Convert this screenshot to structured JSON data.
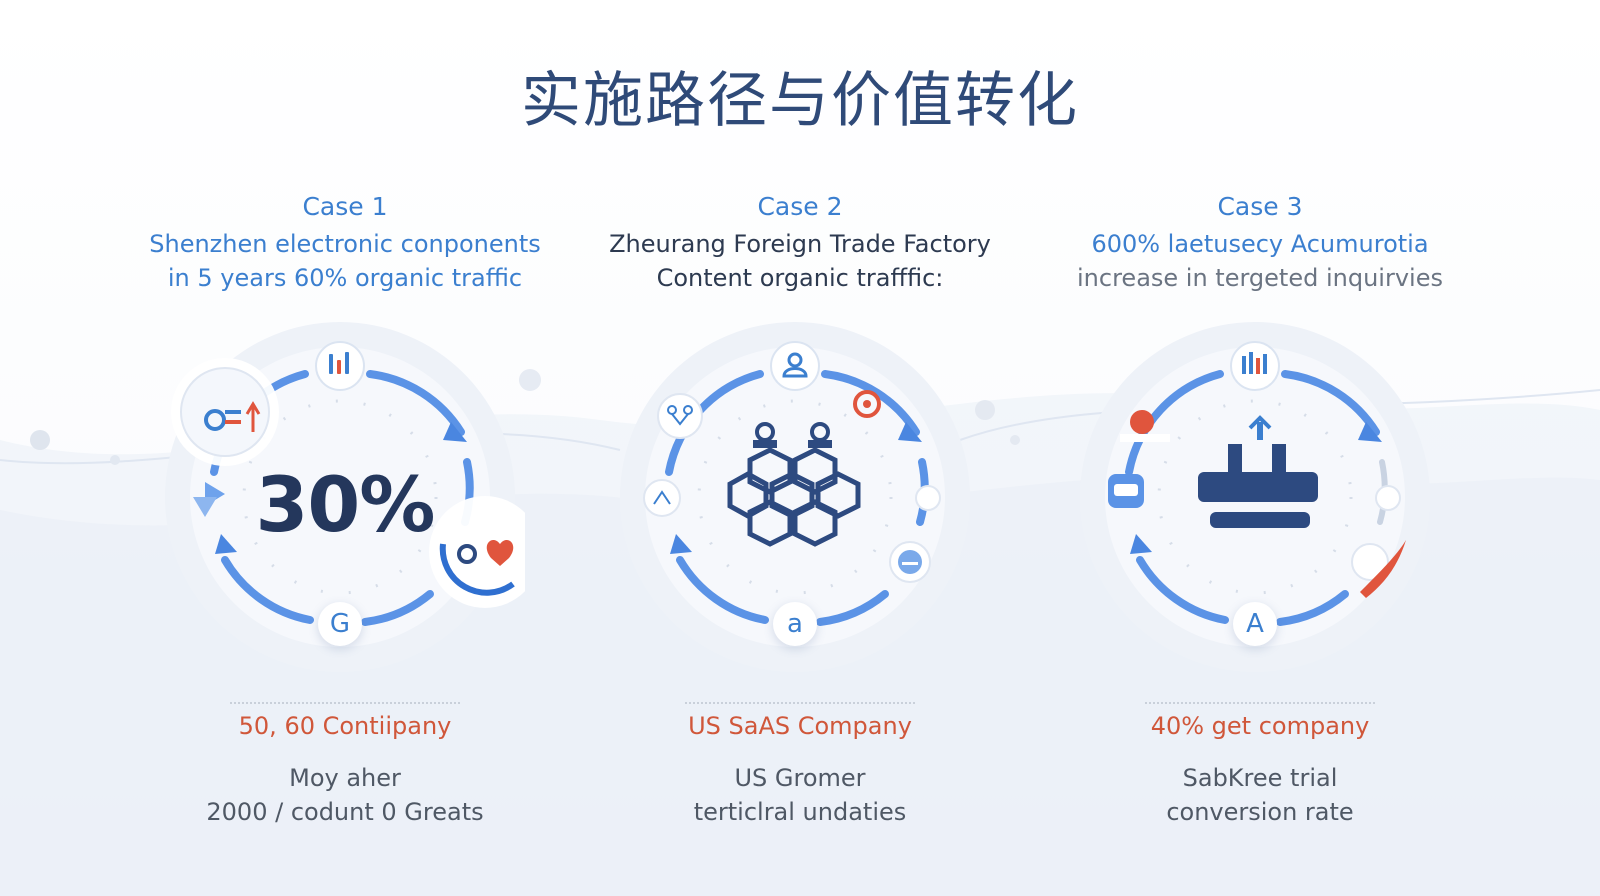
{
  "title": "实施路径与价值转化",
  "cases": [
    {
      "label": "Case 1",
      "line1": "Shenzhen electronic conponents",
      "line2": "in 5 years 60% organic traffic",
      "metric": "30%",
      "node_letter": "G",
      "company": "50, 60 Contiipany",
      "desc1": "Moy aher",
      "desc2": "2000 / codunt 0 Greats"
    },
    {
      "label": "Case 2",
      "line1": "Zheurang Foreign Trade Factory",
      "line2": "Content organic trafffic:",
      "node_letter": "a",
      "company": "US SaAS Company",
      "desc1": "US Gromer",
      "desc2": "terticlral undaties"
    },
    {
      "label": "Case 3",
      "line1": "600% laetusecy Acumurotia",
      "line2": "increase in tergeted inquirvies",
      "node_letter": "A",
      "company": "40% get company",
      "desc1": "SabKree trial",
      "desc2": "conversion rate"
    }
  ],
  "colors": {
    "title": "#2f4a78",
    "accent_blue": "#3b7fcf",
    "ring_blue": "#5b93e6",
    "company_orange": "#d0573a",
    "icon_navy": "#2d4a80",
    "icon_red": "#e0553d"
  }
}
